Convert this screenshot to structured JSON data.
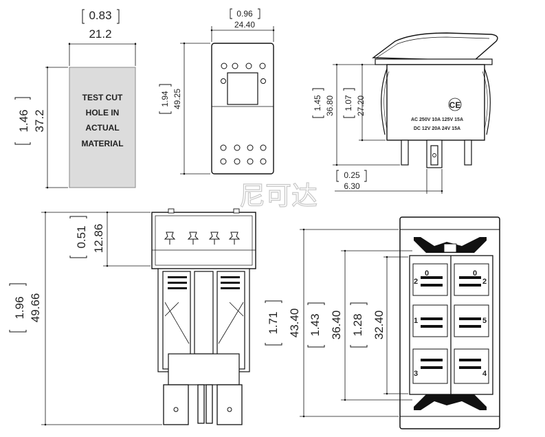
{
  "cutout": {
    "label_lines": [
      "TEST CUT",
      "HOLE IN",
      "ACTUAL",
      "MATERIAL"
    ],
    "width_in": "0.83",
    "width_mm": "21.2",
    "height_in": "1.46",
    "height_mm": "37.2"
  },
  "front": {
    "width_in": "0.96",
    "width_mm": "24.40",
    "height_in": "1.94",
    "height_mm": "49.25"
  },
  "side": {
    "outer_in": "1.45",
    "outer_mm": "36.80",
    "inner_in": "1.07",
    "inner_mm": "27.20",
    "terminal_in": "0.25",
    "terminal_mm": "6.30",
    "rating_line1": "AC 250V 10A 125V 15A",
    "rating_line2": "DC 12V 20A 24V 15A",
    "ce_mark": "CE"
  },
  "watermark": "尼可达",
  "bottom_left": {
    "total_in": "1.96",
    "total_mm": "49.66",
    "top_in": "0.51",
    "top_mm": "12.86"
  },
  "bottom_right": {
    "outer_in": "1.71",
    "outer_mm": "43.40",
    "middle_in": "1.43",
    "middle_mm": "36.40",
    "inner_in": "1.28",
    "inner_mm": "32.40",
    "pins": [
      "0",
      "0",
      "2",
      "2",
      "1",
      "5",
      "3",
      "4"
    ]
  }
}
